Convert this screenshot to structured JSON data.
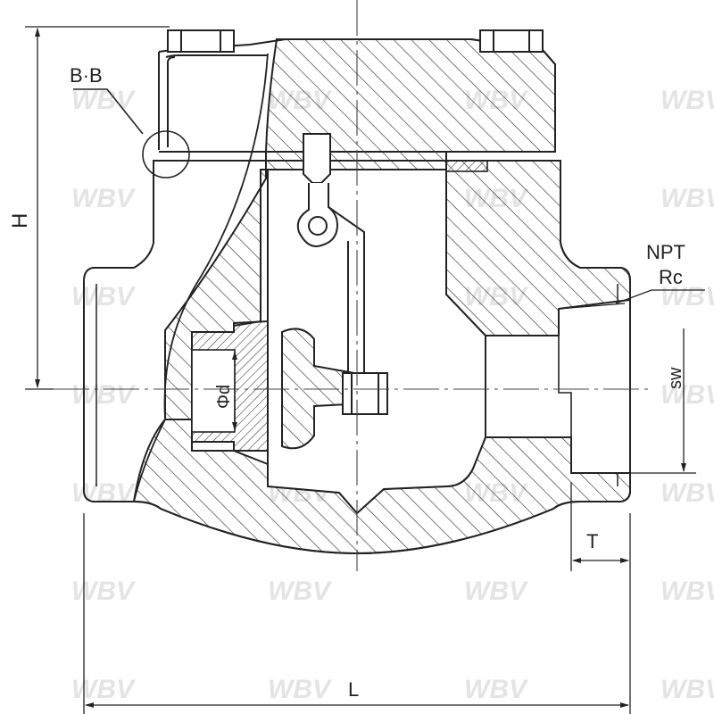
{
  "labels": {
    "section_bb": "B·B",
    "height": "H",
    "thread_npt": "NPT",
    "thread_rc": "Rc",
    "socket_width": "sw",
    "bore": "Φd",
    "thickness": "T",
    "length": "L"
  },
  "watermark": "WBV",
  "colors": {
    "line": "#222222",
    "hatch": "#333333",
    "watermark": "#e4e4e4",
    "background": "#ffffff"
  }
}
